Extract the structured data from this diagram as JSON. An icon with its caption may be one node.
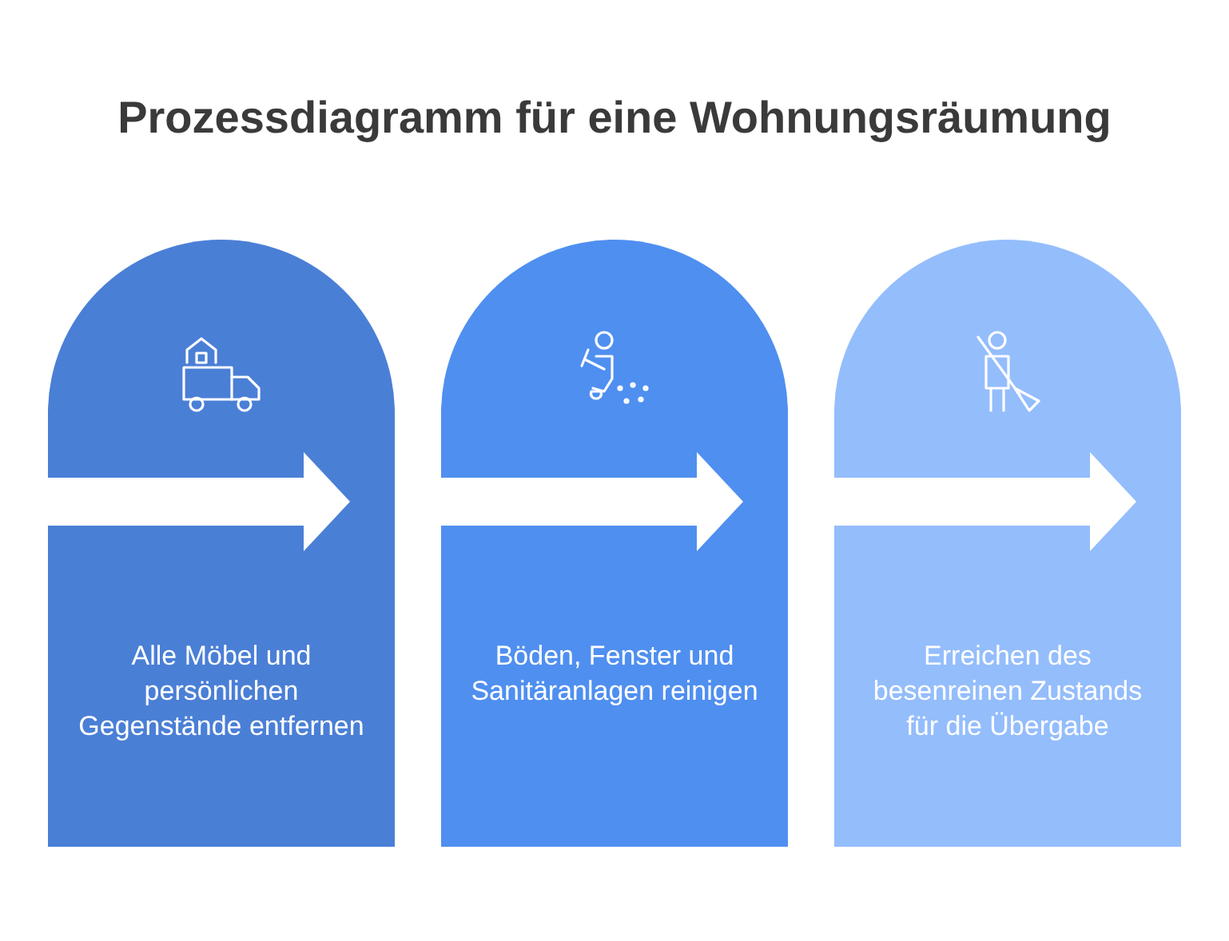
{
  "diagram": {
    "title": "Prozessdiagramm für eine Wohnungsräumung",
    "nodes": [
      {
        "text": [
          "Alle Möbel und persönlichen Gegenstände entfernen"
        ]
      },
      {
        "text": [
          "Böden, Fenster und Sanitäranlagen reinigen"
        ]
      },
      {
        "text": [
          "Erreichen des besenreinen Zustands für die Übergabe"
        ]
      }
    ]
  }
}
